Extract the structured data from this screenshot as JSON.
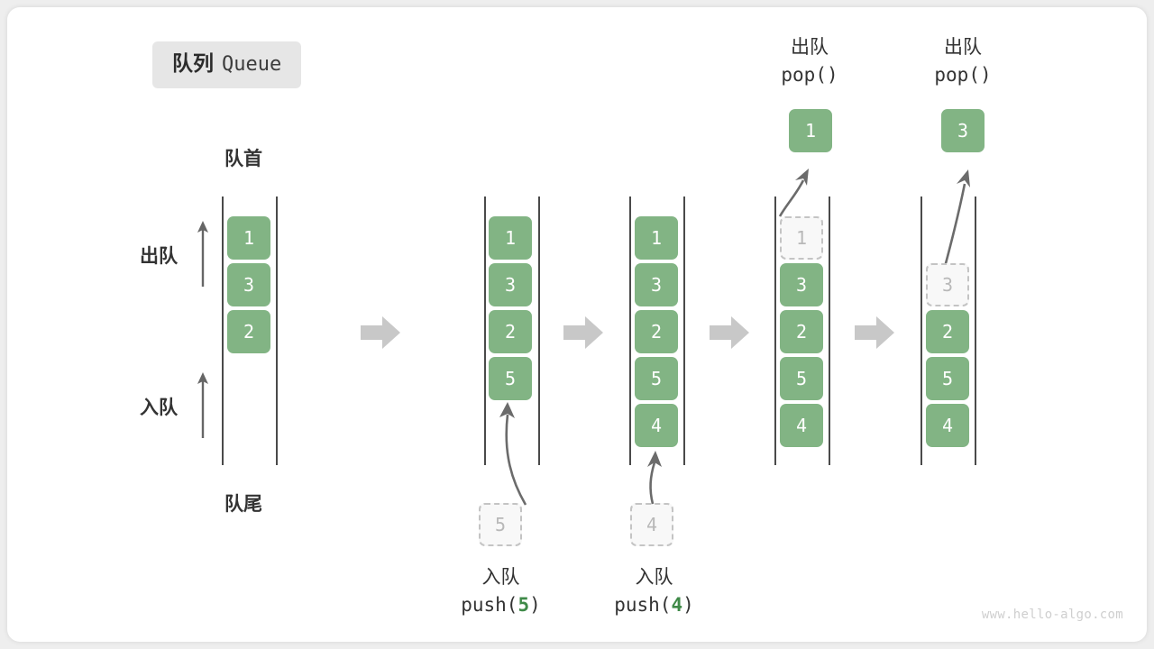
{
  "figure": {
    "title_cn": "队列",
    "title_en": "Queue",
    "head_label": "队首",
    "tail_label": "队尾",
    "dequeue_label": "出队",
    "enqueue_label": "入队",
    "watermark": "www.hello-algo.com",
    "accent_color": "#82b484",
    "ghost_color": "#b8b8b8",
    "rail_color": "#4a4a4a",
    "step_arrow_color": "#c8c8c8",
    "code_arg_color": "#3f8a48"
  },
  "steps": [
    {
      "id": "initial",
      "cells": [
        "1",
        "3",
        "2"
      ],
      "ghost_index": -1,
      "caption_cn": "",
      "caption_code": ""
    },
    {
      "id": "push-5",
      "cells": [
        "1",
        "3",
        "2",
        "5"
      ],
      "ghost_index": -1,
      "caption_cn": "入队",
      "caption_code": "push(",
      "caption_arg": "5",
      "caption_code_end": ")",
      "incoming_value": "5"
    },
    {
      "id": "push-4",
      "cells": [
        "1",
        "3",
        "2",
        "5",
        "4"
      ],
      "ghost_index": -1,
      "caption_cn": "入队",
      "caption_code": "push(",
      "caption_arg": "4",
      "caption_code_end": ")",
      "incoming_value": "4"
    },
    {
      "id": "pop-1",
      "cells": [
        "1",
        "3",
        "2",
        "5",
        "4"
      ],
      "ghost_index": 0,
      "caption_cn": "出队",
      "caption_code": "pop()",
      "popped_value": "1"
    },
    {
      "id": "pop-3",
      "cells": [
        "",
        "3",
        "2",
        "5",
        "4"
      ],
      "ghost_index": 1,
      "caption_cn": "出队",
      "caption_code": "pop()",
      "popped_value": "3"
    }
  ],
  "columns": {
    "c1": {
      "cells": [
        "1",
        "3",
        "2"
      ]
    },
    "c2": {
      "cells": [
        "1",
        "3",
        "2",
        "5"
      ],
      "incoming": "5"
    },
    "c3": {
      "cells": [
        "1",
        "3",
        "2",
        "5",
        "4"
      ],
      "incoming": "4"
    },
    "c4": {
      "ghost": "1",
      "cells": [
        "3",
        "2",
        "5",
        "4"
      ],
      "popped": "1"
    },
    "c5": {
      "ghost": "3",
      "cells": [
        "2",
        "5",
        "4"
      ],
      "popped": "3"
    }
  }
}
